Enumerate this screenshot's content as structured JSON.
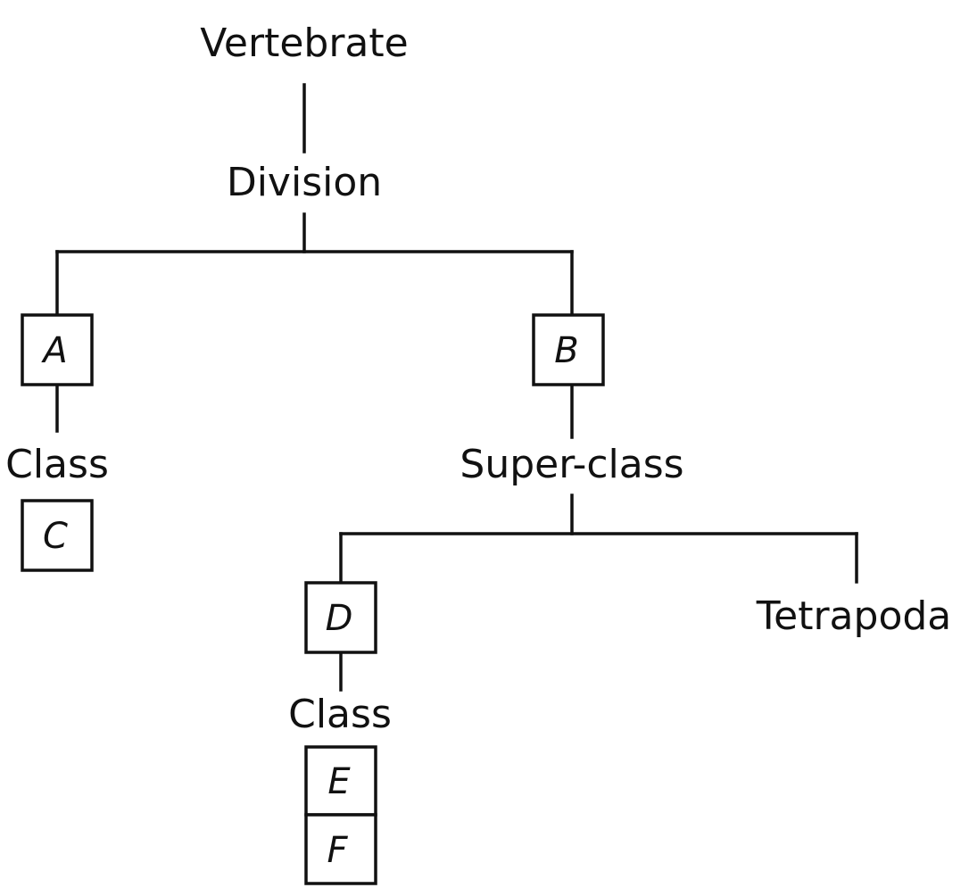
{
  "tree": {
    "root": "Vertebrate",
    "division": "Division",
    "box_a": "A",
    "box_b": "B",
    "class_left": "Class",
    "box_c": "C",
    "superclass": "Super-class",
    "box_d": "D",
    "tetrapoda": "Tetrapoda",
    "class_bottom": "Class",
    "box_e": "E",
    "box_f": "F"
  }
}
